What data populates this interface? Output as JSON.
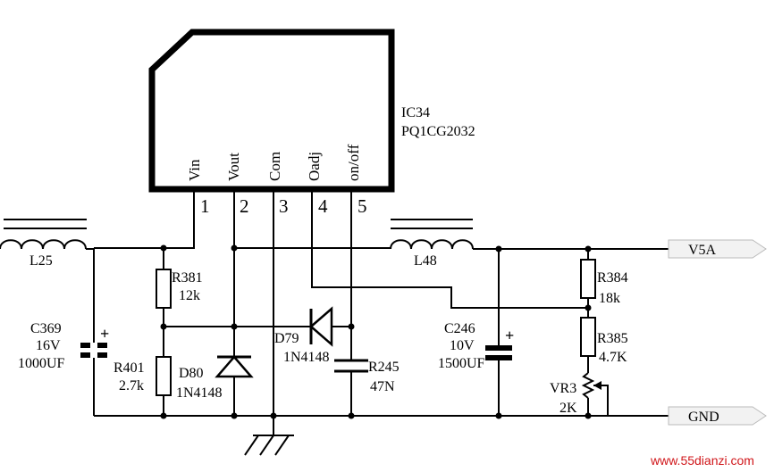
{
  "ic": {
    "ref": "IC34",
    "part": "PQ1CG2032",
    "pins": [
      {
        "name": "Vin",
        "num": "1"
      },
      {
        "name": "Vout",
        "num": "2"
      },
      {
        "name": "Com",
        "num": "3"
      },
      {
        "name": "Oadj",
        "num": "4"
      },
      {
        "name": "on/off",
        "num": "5"
      }
    ]
  },
  "components": {
    "l25": "L25",
    "l48": "L48",
    "r381_ref": "R381",
    "r381_val": "12k",
    "r401_ref": "R401",
    "r401_val": "2.7k",
    "c369_ref": "C369",
    "c369_v": "16V",
    "c369_val": "1000UF",
    "d80_ref": "D80",
    "d80_val": "1N4148",
    "d79_ref": "D79",
    "d79_val": "1N4148",
    "r245_ref": "R245",
    "r245_val": "47N",
    "c246_ref": "C246",
    "c246_v": "10V",
    "c246_val": "1500UF",
    "r384_ref": "R384",
    "r384_val": "18k",
    "r385_ref": "R385",
    "r385_val": "4.7K",
    "vr3_ref": "VR3",
    "vr3_val": "2K"
  },
  "nets": {
    "v5a": "V5A",
    "gnd": "GND"
  },
  "watermark": "www.55dianzi.com"
}
